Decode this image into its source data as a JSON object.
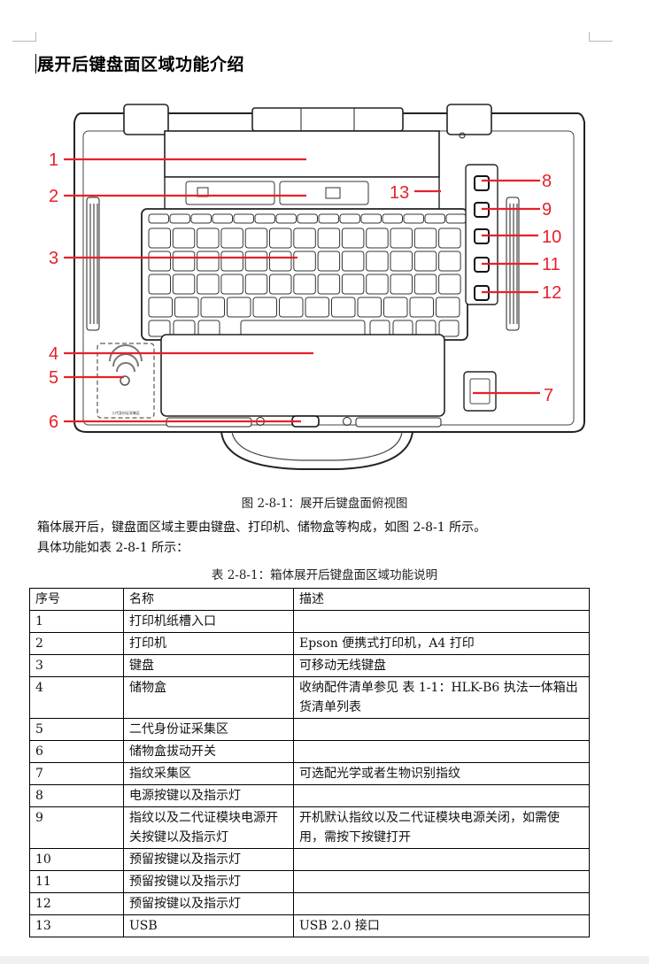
{
  "heading": "展开后键盘面区域功能介绍",
  "figure": {
    "caption": "图 2-8-1：展开后键盘面俯视图",
    "callouts": [
      "1",
      "2",
      "3",
      "4",
      "5",
      "6",
      "7",
      "8",
      "9",
      "10",
      "11",
      "12",
      "13"
    ],
    "callout_color": "#e8202a",
    "id_plate_text": "二代身份证采集区"
  },
  "paragraph": {
    "line1": "箱体展开后，键盘面区域主要由键盘、打印机、储物盒等构成，如图 2-8-1 所示。",
    "line2": "具体功能如表 2-8-1 所示："
  },
  "table": {
    "caption": "表 2-8-1：箱体展开后键盘面区域功能说明",
    "headers": [
      "序号",
      "名称",
      "描述"
    ],
    "rows": [
      {
        "no": "1",
        "name": "打印机纸槽入口",
        "desc": ""
      },
      {
        "no": "2",
        "name": "打印机",
        "desc": "Epson 便携式打印机，A4 打印"
      },
      {
        "no": "3",
        "name": "键盘",
        "desc": "可移动无线键盘"
      },
      {
        "no": "4",
        "name": "储物盒",
        "desc": "收纳配件清单参见 表 1-1：HLK-B6 执法一体箱出货清单列表"
      },
      {
        "no": "5",
        "name": "二代身份证采集区",
        "desc": ""
      },
      {
        "no": "6",
        "name": "储物盒拔动开关",
        "desc": ""
      },
      {
        "no": "7",
        "name": "指纹采集区",
        "desc": "可选配光学或者生物识别指纹"
      },
      {
        "no": "8",
        "name": "电源按键以及指示灯",
        "desc": ""
      },
      {
        "no": "9",
        "name": "指纹以及二代证模块电源开关按键以及指示灯",
        "desc": "开机默认指纹以及二代证模块电源关闭，如需使用，需按下按键打开"
      },
      {
        "no": "10",
        "name": "预留按键以及指示灯",
        "desc": ""
      },
      {
        "no": "11",
        "name": "预留按键以及指示灯",
        "desc": ""
      },
      {
        "no": "12",
        "name": "预留按键以及指示灯",
        "desc": ""
      },
      {
        "no": "13",
        "name": "USB",
        "desc": "USB 2.0 接口"
      }
    ]
  }
}
